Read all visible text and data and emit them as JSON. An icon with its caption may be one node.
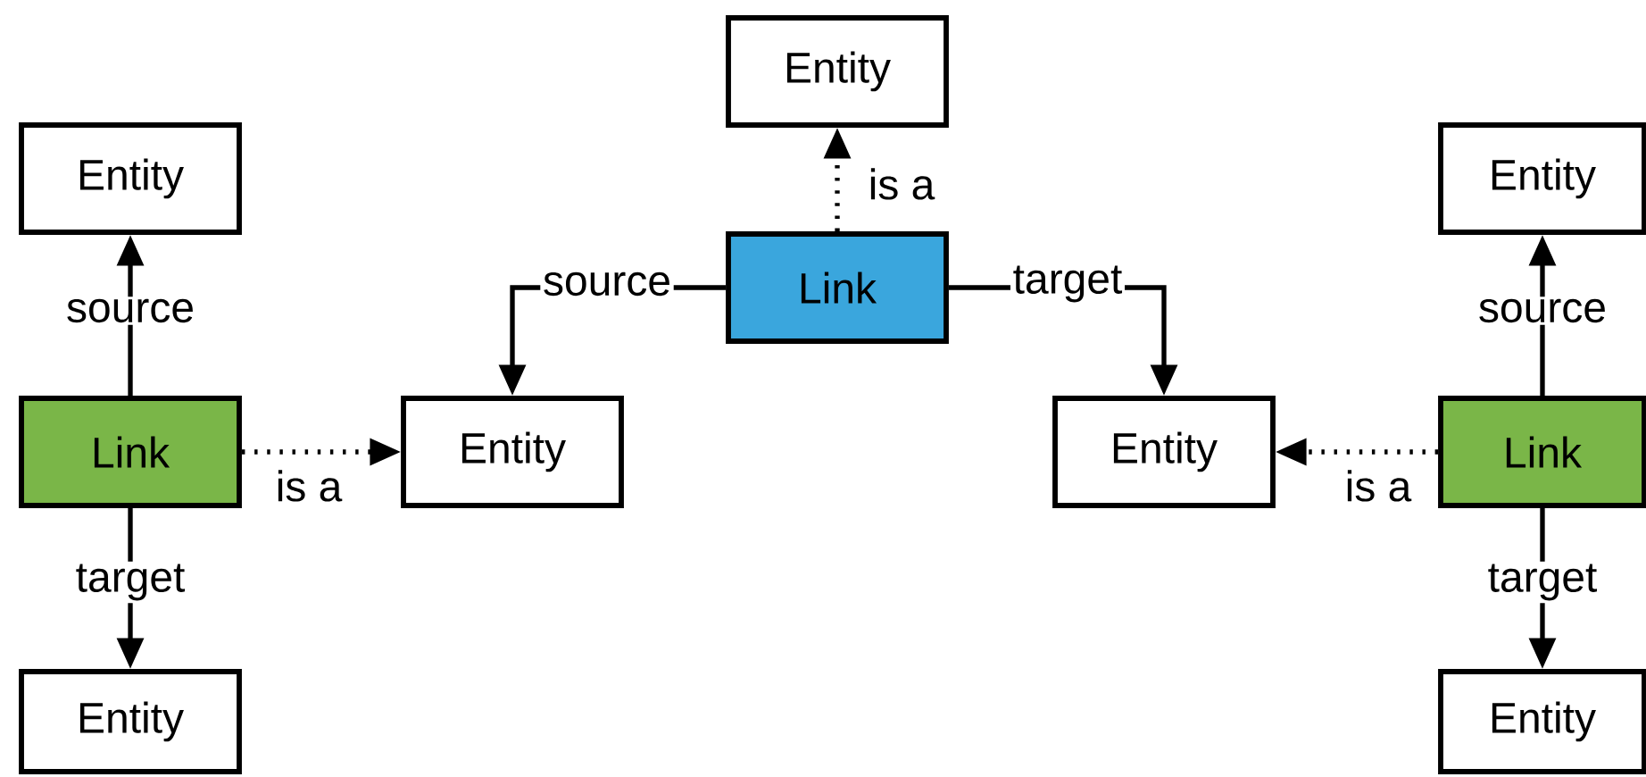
{
  "diagram": {
    "nodes": [
      {
        "text": [
          "Entity"
        ]
      },
      {
        "text": [
          "Entity"
        ]
      },
      {
        "text": [
          "Link"
        ]
      },
      {
        "text": [
          "Entity"
        ]
      },
      {
        "text": [
          "Link"
        ]
      },
      {
        "text": [
          "Entity"
        ]
      },
      {
        "text": [
          "Entity"
        ]
      },
      {
        "text": [
          "Link"
        ]
      },
      {
        "text": [
          "Entity"
        ]
      },
      {
        "text": [
          "Entity"
        ]
      }
    ],
    "edges": [
      {
        "from": 2,
        "to": 0,
        "arrow": "to",
        "label": "is a",
        "style": "dashed"
      },
      {
        "from": 2,
        "to": 5,
        "arrow": "to",
        "label": "source"
      },
      {
        "from": 2,
        "to": 6,
        "arrow": "to",
        "label": "target"
      },
      {
        "from": 4,
        "to": 1,
        "arrow": "to",
        "label": "source"
      },
      {
        "from": 4,
        "to": 8,
        "arrow": "to",
        "label": "target"
      },
      {
        "from": 4,
        "to": 5,
        "arrow": "to",
        "label": "is a",
        "style": "dashed"
      },
      {
        "from": 7,
        "to": 3,
        "arrow": "to",
        "label": "source"
      },
      {
        "from": 7,
        "to": 9,
        "arrow": "to",
        "label": "target"
      },
      {
        "from": 7,
        "to": 6,
        "arrow": "to",
        "label": "is a",
        "style": "dashed"
      }
    ]
  }
}
